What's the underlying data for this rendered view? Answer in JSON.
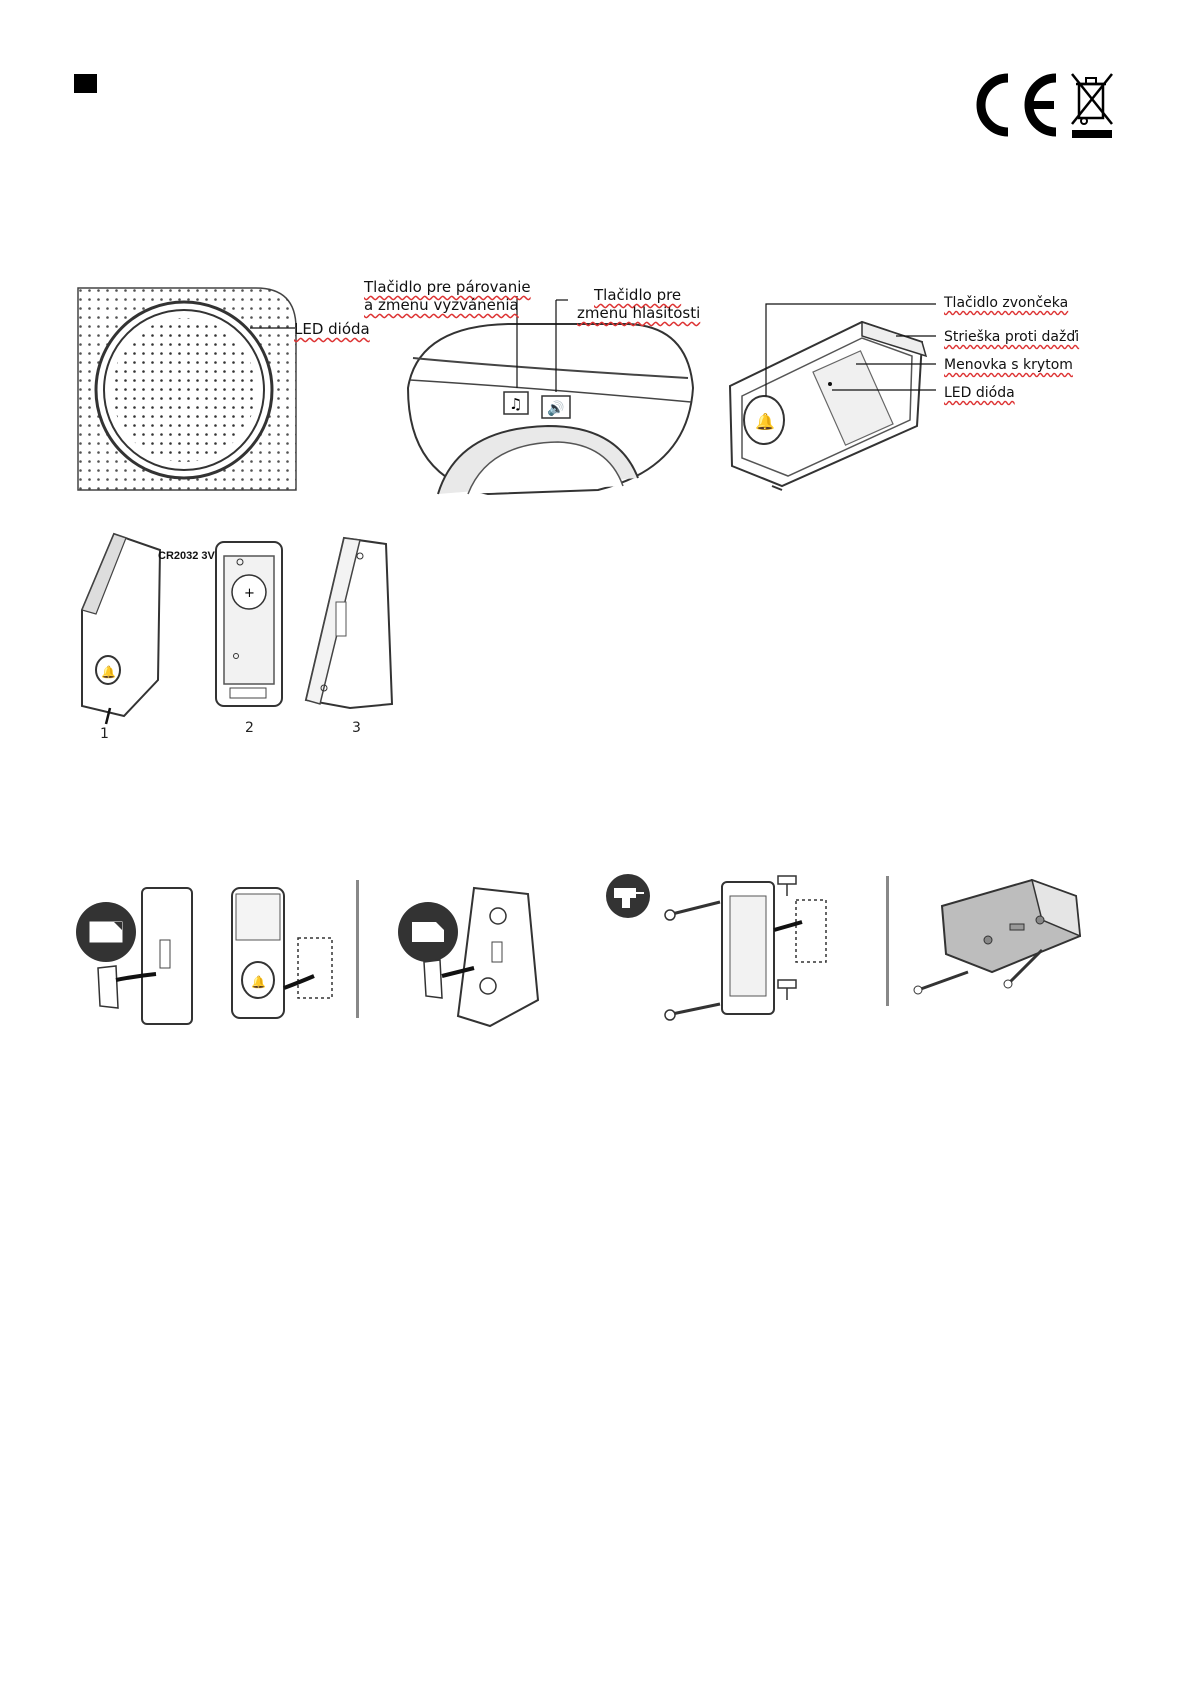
{
  "figure1": {
    "led_label": "LED dióda",
    "pair_label_line1": "Tlačidlo pre párovanie",
    "pair_label_line2": "a zmenu vyzvánenia",
    "volume_label_line1": "Tlačidlo pre",
    "volume_label_line2": "zmenu hlasitosti",
    "doorbell_button_label": "Tlačidlo zvončeka",
    "rain_cover_label": "Strieška proti dažďi",
    "nameplate_label": "Menovka s krytom",
    "led_label_2": "LED dióda"
  },
  "figure2": {
    "battery_label": "CR2032  3V",
    "steps": [
      "1",
      "2",
      "3"
    ]
  },
  "icons": [
    "language-square-icon",
    "ce-mark-icon",
    "weee-bin-icon",
    "tape-icon",
    "drill-icon",
    "screw-icon"
  ]
}
